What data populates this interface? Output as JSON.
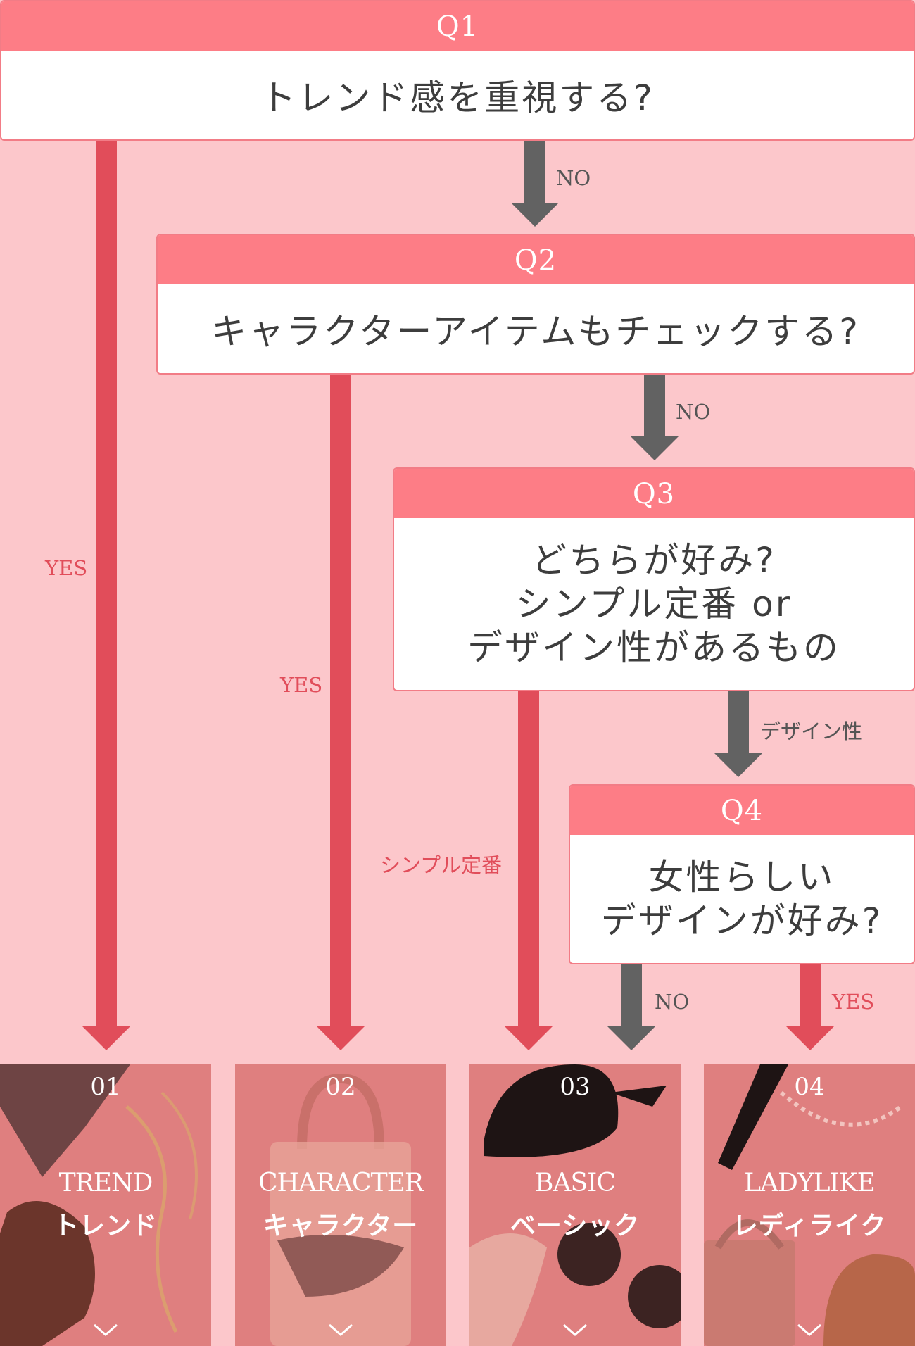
{
  "questions": {
    "q1": {
      "label": "Q1",
      "text": "トレンド感を重視する?"
    },
    "q2": {
      "label": "Q2",
      "text": "キャラクターアイテムもチェックする?"
    },
    "q3": {
      "label": "Q3",
      "line1": "どちらが好み?",
      "line2": "シンプル定番 or",
      "line3": "デザイン性があるもの"
    },
    "q4": {
      "label": "Q4",
      "line1": "女性らしい",
      "line2": "デザインが好み?"
    }
  },
  "branches": {
    "q1_yes": "YES",
    "q1_no": "NO",
    "q2_yes": "YES",
    "q2_no": "NO",
    "q3_simple": "シンプル定番",
    "q3_design": "デザイン性",
    "q4_no": "NO",
    "q4_yes": "YES"
  },
  "results": [
    {
      "num": "01",
      "en": "TREND",
      "jp": "トレンド"
    },
    {
      "num": "02",
      "en": "CHARACTER",
      "jp": "キャラクター"
    },
    {
      "num": "03",
      "en": "BASIC",
      "jp": "ベーシック"
    },
    {
      "num": "04",
      "en": "LADYLIKE",
      "jp": "レディライク"
    }
  ],
  "colors": {
    "background": "#fcc7cb",
    "header": "#fd7d86",
    "yes_arrow": "#e14d5a",
    "no_arrow": "#626262",
    "card_overlay": "#df7f7f"
  }
}
